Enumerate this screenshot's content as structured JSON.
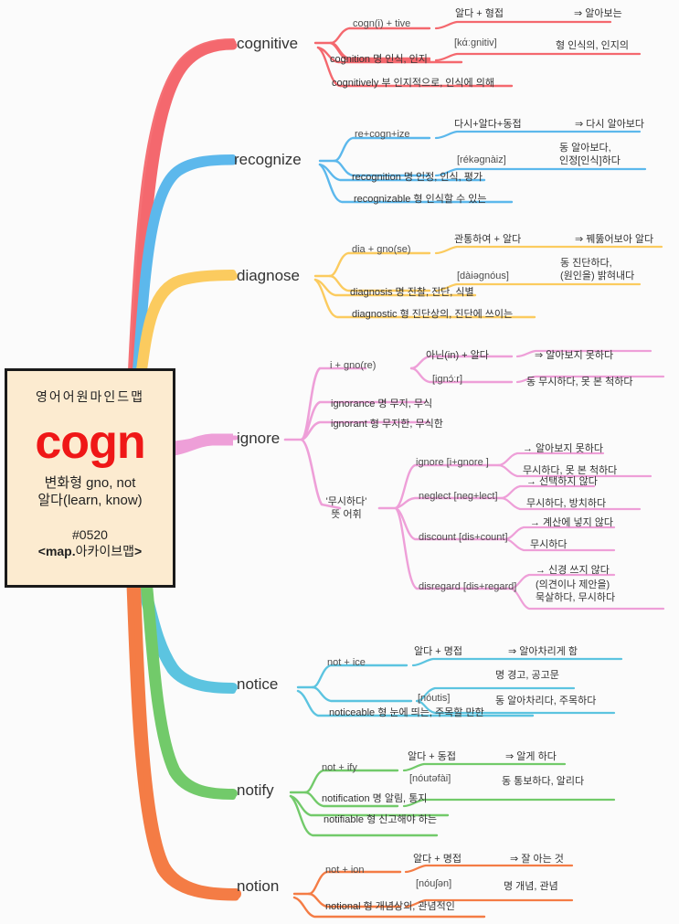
{
  "center": {
    "header": "영어어원마인드맵",
    "root": "cogn",
    "variants": "변화형 gno, not",
    "meaning": "알다(learn, know)",
    "id": "#0520",
    "source_prefix": "<map.",
    "source_name": "아카이브맵",
    "source_suffix": ">",
    "bg_color": "#FCEBD0",
    "root_color": "#EF1717",
    "border_color": "#1a1a1a"
  },
  "colors": {
    "cognitive": "#F4686E",
    "recognize": "#5CB8EC",
    "diagnose": "#FBCB5F",
    "ignore": "#EE9FD8",
    "notice": "#5CC4E0",
    "notify": "#72CA6A",
    "notion": "#F47C45",
    "background": "#fbfbfb"
  },
  "branches": [
    {
      "id": "cognitive",
      "title": "cognitive",
      "color": "#F4686E",
      "breakdown": "cogn(i) + tive",
      "literal": "알다 + 형접",
      "arrow_meaning": "⇒ 알아보는",
      "phonetic": "[kάːgnitiv]",
      "definition": "형 인식의, 인지의",
      "derivatives": [
        "cognition 명 인식, 인지",
        "cognitively 부 인지적으로, 인식에 의해"
      ]
    },
    {
      "id": "recognize",
      "title": "recognize",
      "color": "#5CB8EC",
      "breakdown": "re+cogn+ize",
      "literal": "다시+알다+동접",
      "arrow_meaning": "⇒ 다시 알아보다",
      "phonetic": "[rékəgnàiz]",
      "definition_line1": "동 알아보다,",
      "definition_line2": "인정[인식]하다",
      "derivatives": [
        "recognition 명 인정, 인식, 평가",
        "recognizable 형 인식할 수 있는"
      ]
    },
    {
      "id": "diagnose",
      "title": "diagnose",
      "color": "#FBCB5F",
      "breakdown": "dia + gno(se)",
      "literal": "관통하여 + 알다",
      "arrow_meaning": "⇒ 꿰뚫어보아 알다",
      "phonetic": "[dàiəgnóus]",
      "definition_line1": "동 진단하다,",
      "definition_line2": "(원인을) 밝혀내다",
      "derivatives": [
        "diagnosis 명 진찰, 진단, 식별",
        "diagnostic 형 진단상의, 진단에 쓰이는"
      ]
    },
    {
      "id": "ignore",
      "title": "ignore",
      "color": "#EE9FD8",
      "breakdown": "i + gno(re)",
      "literal": "아닌(in) + 알다",
      "arrow_meaning": "⇒ 알아보지 못하다",
      "phonetic": "[ignɔ́ːr]",
      "definition": "동 무시하다, 못 본 척하다",
      "derivatives": [
        "ignorance 명 무지, 무식",
        "ignorant 형 무지한, 무식한"
      ],
      "group_label_line1": "'무시하다'",
      "group_label_line2": "뜻 어휘",
      "synonyms": [
        {
          "head": "ignore [i+gnore ]",
          "arrow": "→ 알아보지 못하다",
          "meaning": "무시하다, 못 본 척하다"
        },
        {
          "head": "neglect [neg+lect]",
          "arrow": "→ 선택하지 않다",
          "meaning": "무시하다, 방치하다"
        },
        {
          "head": "discount [dis+count]",
          "arrow": "→ 계산에 넣지 않다",
          "meaning": "무시하다"
        },
        {
          "head": "disregard [dis+regard]",
          "arrow": "→ 신경 쓰지 않다",
          "meaning_line1": "(의견이나 제안을)",
          "meaning_line2": "묵살하다, 무시하다"
        }
      ]
    },
    {
      "id": "notice",
      "title": "notice",
      "color": "#5CC4E0",
      "breakdown": "not + ice",
      "literal": "알다 + 명접",
      "arrow_meaning": "⇒ 알아차리게 함",
      "phonetic": "[nóutis]",
      "definition_noun": "명 경고, 공고문",
      "definition_verb": "동 알아차리다, 주목하다",
      "derivatives": [
        "noticeable 형 눈에 띄는, 주목할 만한"
      ]
    },
    {
      "id": "notify",
      "title": "notify",
      "color": "#72CA6A",
      "breakdown": "not + ify",
      "literal": "알다 + 동접",
      "arrow_meaning": "⇒ 알게 하다",
      "phonetic": "[nóutəfài]",
      "definition": "동 통보하다, 알리다",
      "derivatives": [
        "notification 명 알림, 통지",
        "notifiable 형 신고해야 하는"
      ]
    },
    {
      "id": "notion",
      "title": "notion",
      "color": "#F47C45",
      "breakdown": "not + ion",
      "literal": "알다 + 명접",
      "arrow_meaning": "⇒ 잘 아는 것",
      "phonetic": "[nóuʃən]",
      "definition": "명 개념, 관념",
      "derivatives": [
        "notional 형 개념상의, 관념적인"
      ]
    }
  ]
}
